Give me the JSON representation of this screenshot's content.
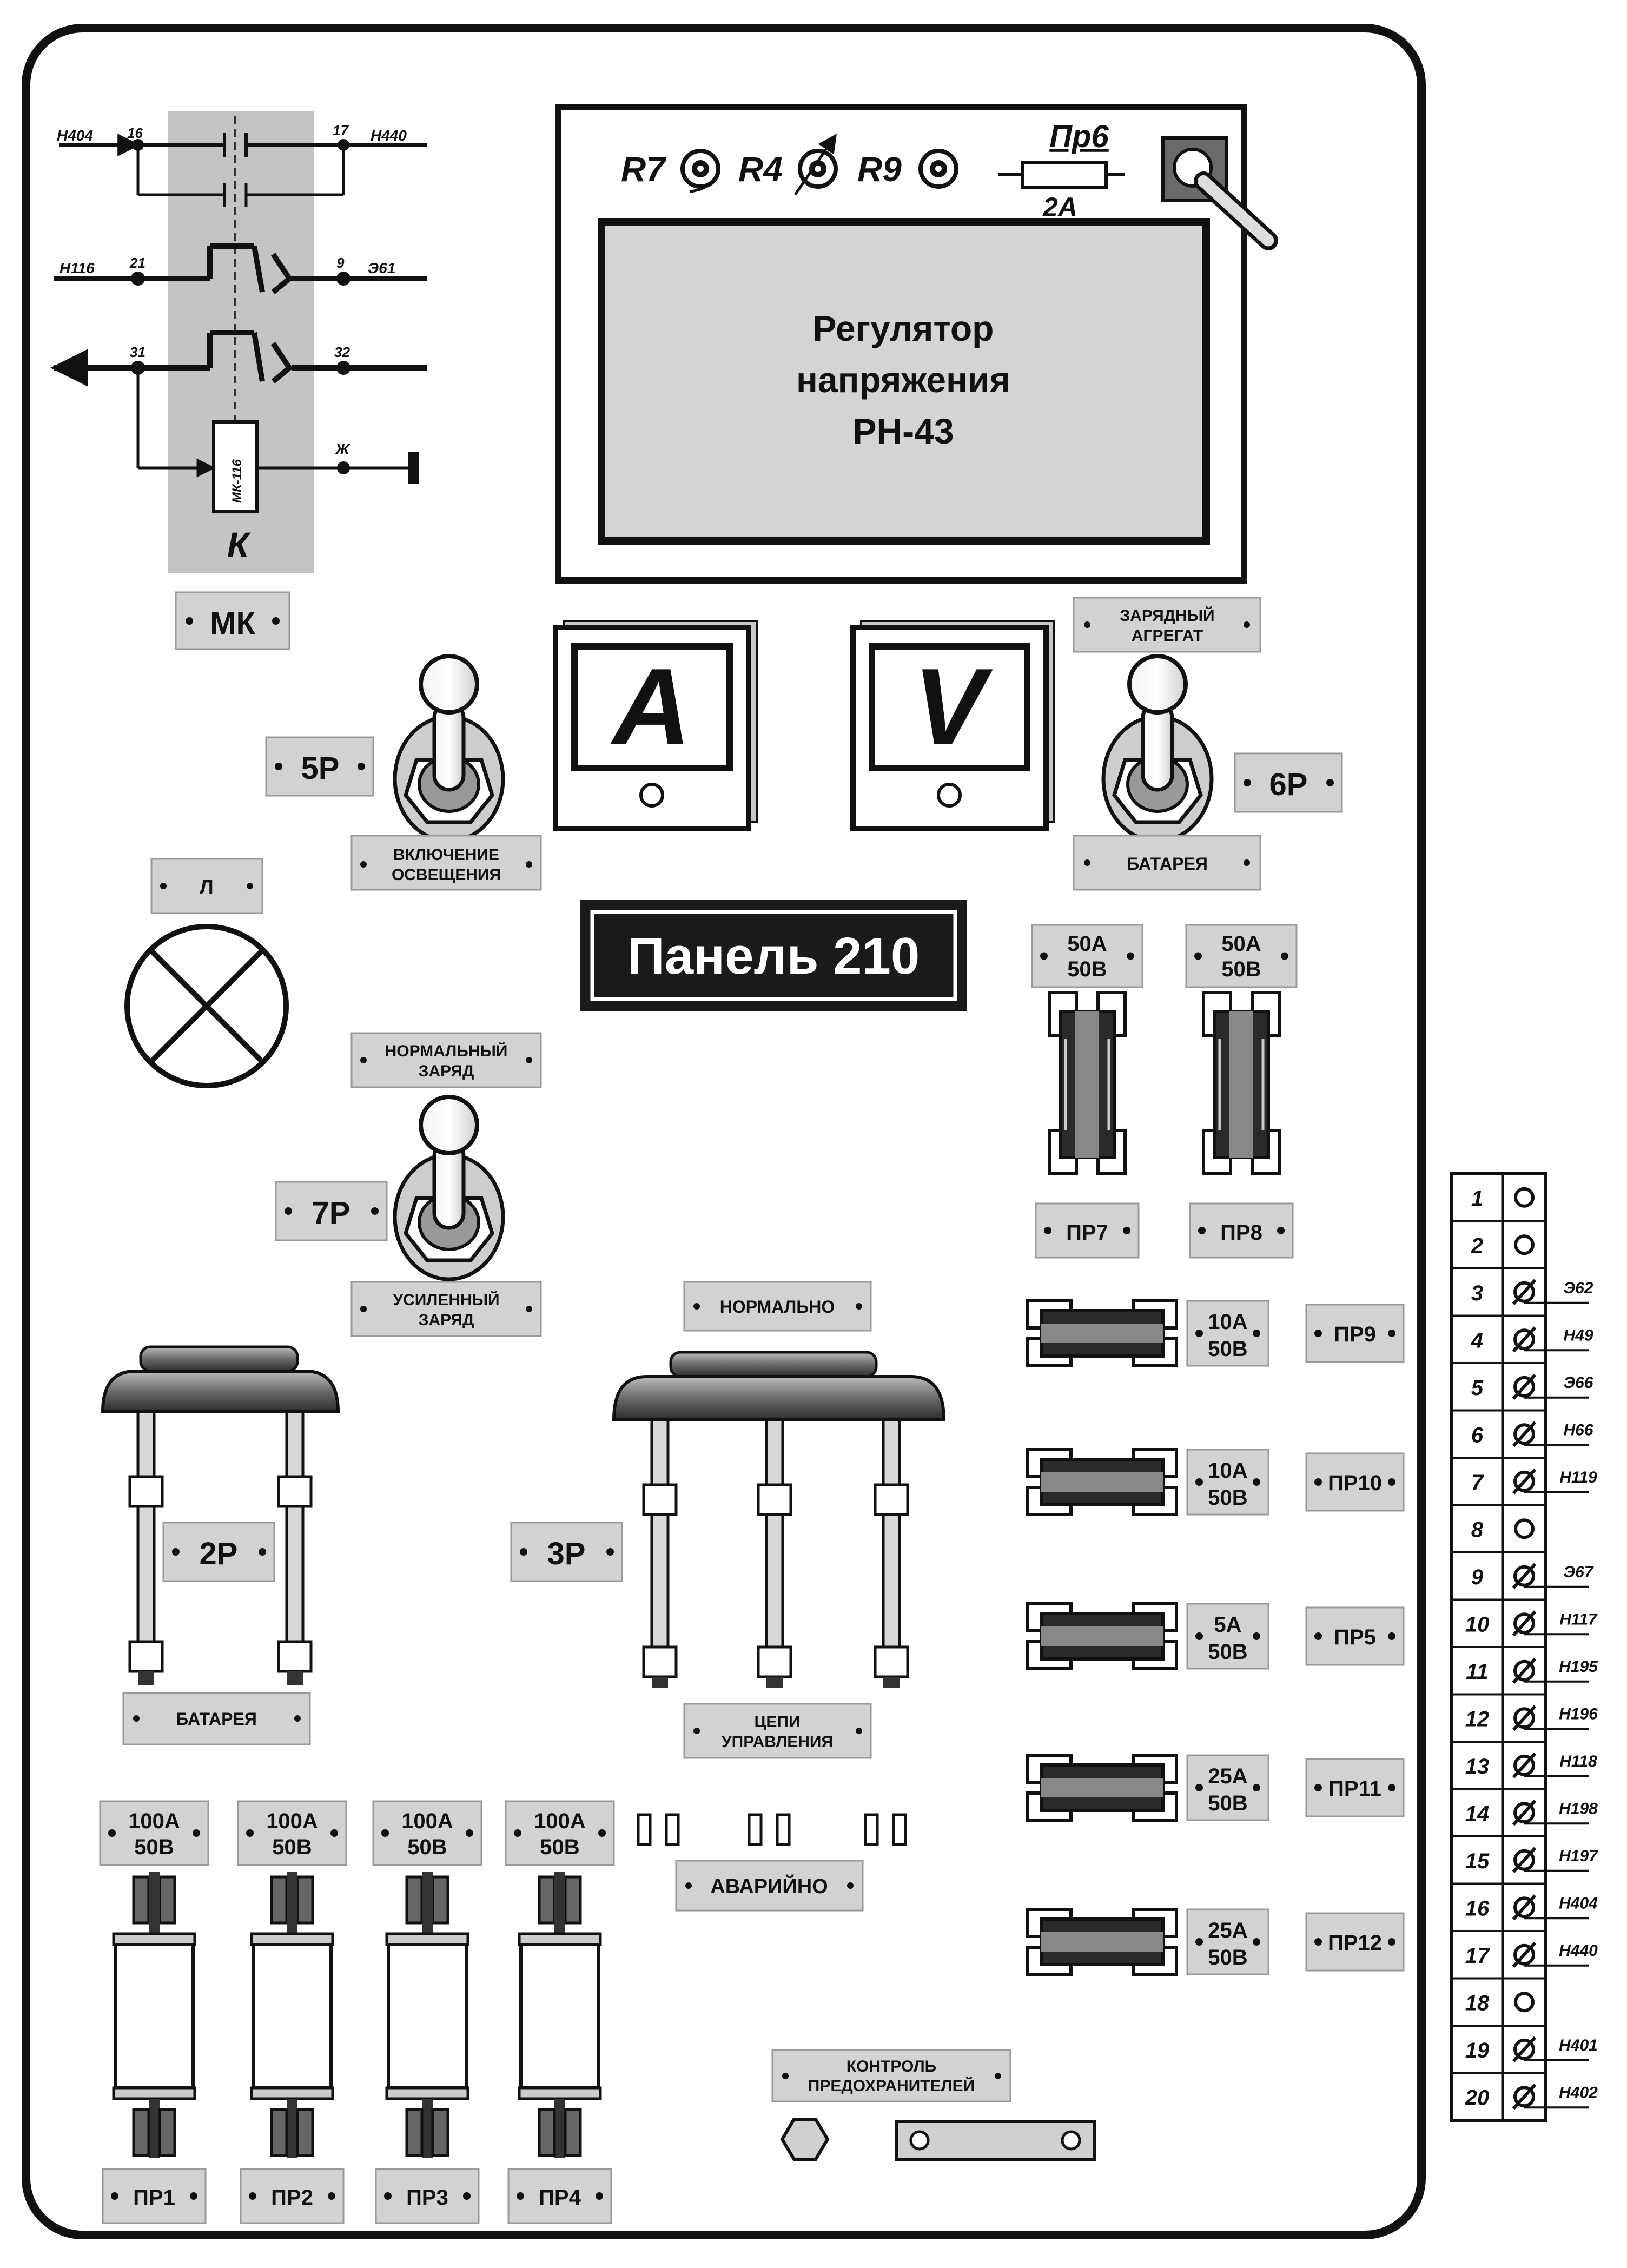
{
  "panel": {
    "title": "Панель 210"
  },
  "regulator": {
    "line1": "Регулятор",
    "line2": "напряжения",
    "line3": "РН-43"
  },
  "resistors": [
    "R7",
    "R4",
    "R9"
  ],
  "fuse_pr6": {
    "name": "Пр6",
    "rating": "2А"
  },
  "meters": {
    "ammeter": "A",
    "voltmeter": "V"
  },
  "schematic": {
    "wires": {
      "h404": "Н404",
      "n16": "16",
      "n17": "17",
      "h440": "Н440",
      "h116": "Н116",
      "n21": "21",
      "n9": "9",
      "e61": "Э61",
      "n31": "31",
      "n32": "32",
      "zh": "Ж"
    },
    "coil": "МК-116",
    "contactor": "К"
  },
  "labels": {
    "mk": "МК",
    "charger_line1": "ЗАРЯДНЫЙ",
    "charger_line2": "АГРЕГАТ",
    "p5": "5Р",
    "lighting_line1": "ВКЛЮЧЕНИЕ",
    "lighting_line2": "ОСВЕЩЕНИЯ",
    "p6": "6Р",
    "battery_top": "БАТАРЕЯ",
    "lamp": "Л",
    "normal_charge_line1": "НОРМАЛЬНЫЙ",
    "normal_charge_line2": "ЗАРЯД",
    "p7": "7Р",
    "boost_charge_line1": "УСИЛЕННЫЙ",
    "boost_charge_line2": "ЗАРЯД",
    "normally": "НОРМАЛЬНО",
    "p2": "2Р",
    "p3": "3Р",
    "battery_bottom": "БАТАРЕЯ",
    "control_line1": "ЦЕПИ",
    "control_line2": "УПРАВЛЕНИЯ",
    "emergency": "АВАРИЙНО",
    "fuse_control_line1": "КОНТРОЛЬ",
    "fuse_control_line2": "ПРЕДОХРАНИТЕЛЕЙ"
  },
  "fuses_top": [
    {
      "amp": "50А",
      "volt": "50В",
      "name": "ПР7"
    },
    {
      "amp": "50А",
      "volt": "50В",
      "name": "ПР8"
    }
  ],
  "fuses_right": [
    {
      "amp": "10А",
      "volt": "50В",
      "name": "ПР9"
    },
    {
      "amp": "10А",
      "volt": "50В",
      "name": "ПР10"
    },
    {
      "amp": "5А",
      "volt": "50В",
      "name": "ПР5"
    },
    {
      "amp": "25А",
      "volt": "50В",
      "name": "ПР11"
    },
    {
      "amp": "25А",
      "volt": "50В",
      "name": "ПР12"
    }
  ],
  "fuses_bottom": [
    {
      "amp": "100А",
      "volt": "50В",
      "name": "ПР1"
    },
    {
      "amp": "100А",
      "volt": "50В",
      "name": "ПР2"
    },
    {
      "amp": "100А",
      "volt": "50В",
      "name": "ПР3"
    },
    {
      "amp": "100А",
      "volt": "50В",
      "name": "ПР4"
    }
  ],
  "terminals": [
    {
      "num": "1",
      "wire": "",
      "type": "open"
    },
    {
      "num": "2",
      "wire": "",
      "type": "open"
    },
    {
      "num": "3",
      "wire": "Э62",
      "type": "screw"
    },
    {
      "num": "4",
      "wire": "Н49",
      "type": "screw"
    },
    {
      "num": "5",
      "wire": "Э66",
      "type": "screw"
    },
    {
      "num": "6",
      "wire": "Н66",
      "type": "screw"
    },
    {
      "num": "7",
      "wire": "Н119",
      "type": "screw"
    },
    {
      "num": "8",
      "wire": "",
      "type": "open"
    },
    {
      "num": "9",
      "wire": "Э67",
      "type": "screw"
    },
    {
      "num": "10",
      "wire": "Н117",
      "type": "screw"
    },
    {
      "num": "11",
      "wire": "Н195",
      "type": "screw"
    },
    {
      "num": "12",
      "wire": "Н196",
      "type": "screw"
    },
    {
      "num": "13",
      "wire": "Н118",
      "type": "screw"
    },
    {
      "num": "14",
      "wire": "Н198",
      "type": "screw"
    },
    {
      "num": "15",
      "wire": "Н197",
      "type": "screw"
    },
    {
      "num": "16",
      "wire": "Н404",
      "type": "screw"
    },
    {
      "num": "17",
      "wire": "Н440",
      "type": "screw"
    },
    {
      "num": "18",
      "wire": "",
      "type": "open"
    },
    {
      "num": "19",
      "wire": "Н401",
      "type": "screw"
    },
    {
      "num": "20",
      "wire": "Н402",
      "type": "screw"
    }
  ]
}
